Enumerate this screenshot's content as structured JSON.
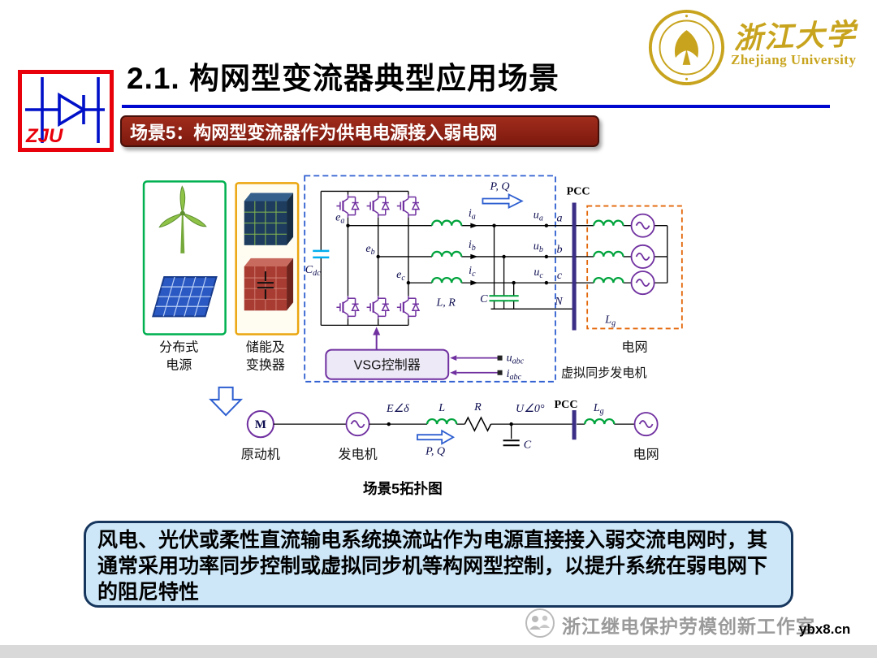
{
  "header": {
    "title": "2.1. 构网型变流器典型应用场景",
    "zju_badge": "ZJU",
    "university_cn": "浙江大学",
    "university_en": "Zhejiang University"
  },
  "banner": {
    "text": "场景5：构网型变流器作为供电电源接入弱电网"
  },
  "diagram": {
    "source_label_1": "分布式",
    "source_label_2": "电源",
    "storage_label_1": "储能及",
    "storage_label_2": "变换器",
    "pq": "P, Q",
    "pcc": "PCC",
    "grid": "电网",
    "vsg_box": "VSG控制器",
    "vsg_caption": "虚拟同步发电机",
    "phase_a": "a",
    "phase_b": "b",
    "phase_c": "c",
    "neutral": "N",
    "lr": "L, R",
    "c_filter": "C",
    "sub": {
      "cdc": {
        "b": "C",
        "s": "dc"
      },
      "ea": {
        "b": "e",
        "s": "a"
      },
      "eb": {
        "b": "e",
        "s": "b"
      },
      "ec": {
        "b": "e",
        "s": "c"
      },
      "ia": {
        "b": "i",
        "s": "a"
      },
      "ib": {
        "b": "i",
        "s": "b"
      },
      "ic": {
        "b": "i",
        "s": "c"
      },
      "ua": {
        "b": "u",
        "s": "a"
      },
      "ub": {
        "b": "u",
        "s": "b"
      },
      "uc": {
        "b": "u",
        "s": "c"
      },
      "lg": {
        "b": "L",
        "s": "g"
      },
      "uabc": {
        "b": "u",
        "s": "abc"
      },
      "iabc": {
        "b": "i",
        "s": "abc"
      }
    },
    "bottom": {
      "m": "M",
      "prime_mover": "原动机",
      "generator": "发电机",
      "e_delta": "E∠δ",
      "l": "L",
      "r": "R",
      "u0": "U∠0°",
      "pcc": "PCC",
      "grid": "电网",
      "pq": "P, Q",
      "c": "C",
      "caption": "场景5拓扑图"
    }
  },
  "summary": {
    "text": "风电、光伏或柔性直流输电系统换流站作为电源直接接入弱交流电网时，其通常采用功率同步控制或虚拟同步机等构网型控制，以提升系统在弱电网下的阻尼特性"
  },
  "footer": {
    "watermark": "浙江继电保护劳模创新工作室",
    "site": "ybx8.cn"
  },
  "colors": {
    "title_rule": "#0008D0",
    "banner_bg": "#8B2016",
    "source_box_green": "#00B050",
    "storage_box_orange": "#EBA60F",
    "converter_dash_blue": "#2E5FD0",
    "grid_dash_orange": "#E3670A",
    "device_purple": "#7030A0",
    "bus_dark": "#3A2E86",
    "dc_cap_cyan": "#00AEEF",
    "coil_green": "#00A33C",
    "gold": "#C8A41E",
    "summary_bg": "#CDE7F8",
    "summary_border": "#17365D"
  }
}
